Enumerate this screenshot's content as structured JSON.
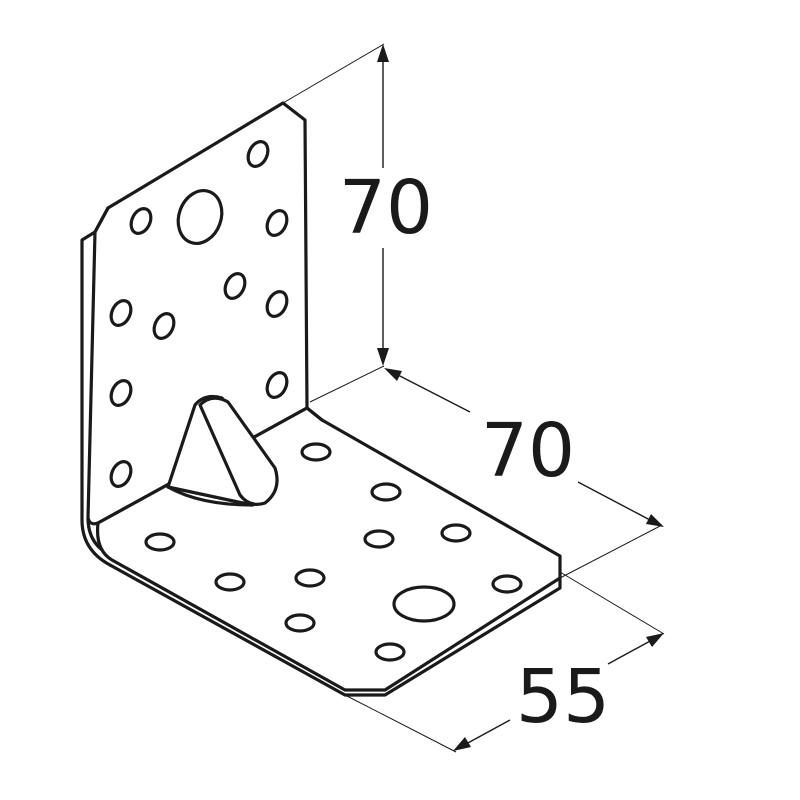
{
  "dimensions": {
    "vertical_height": "70",
    "horizontal_depth": "70",
    "width": "55"
  }
}
